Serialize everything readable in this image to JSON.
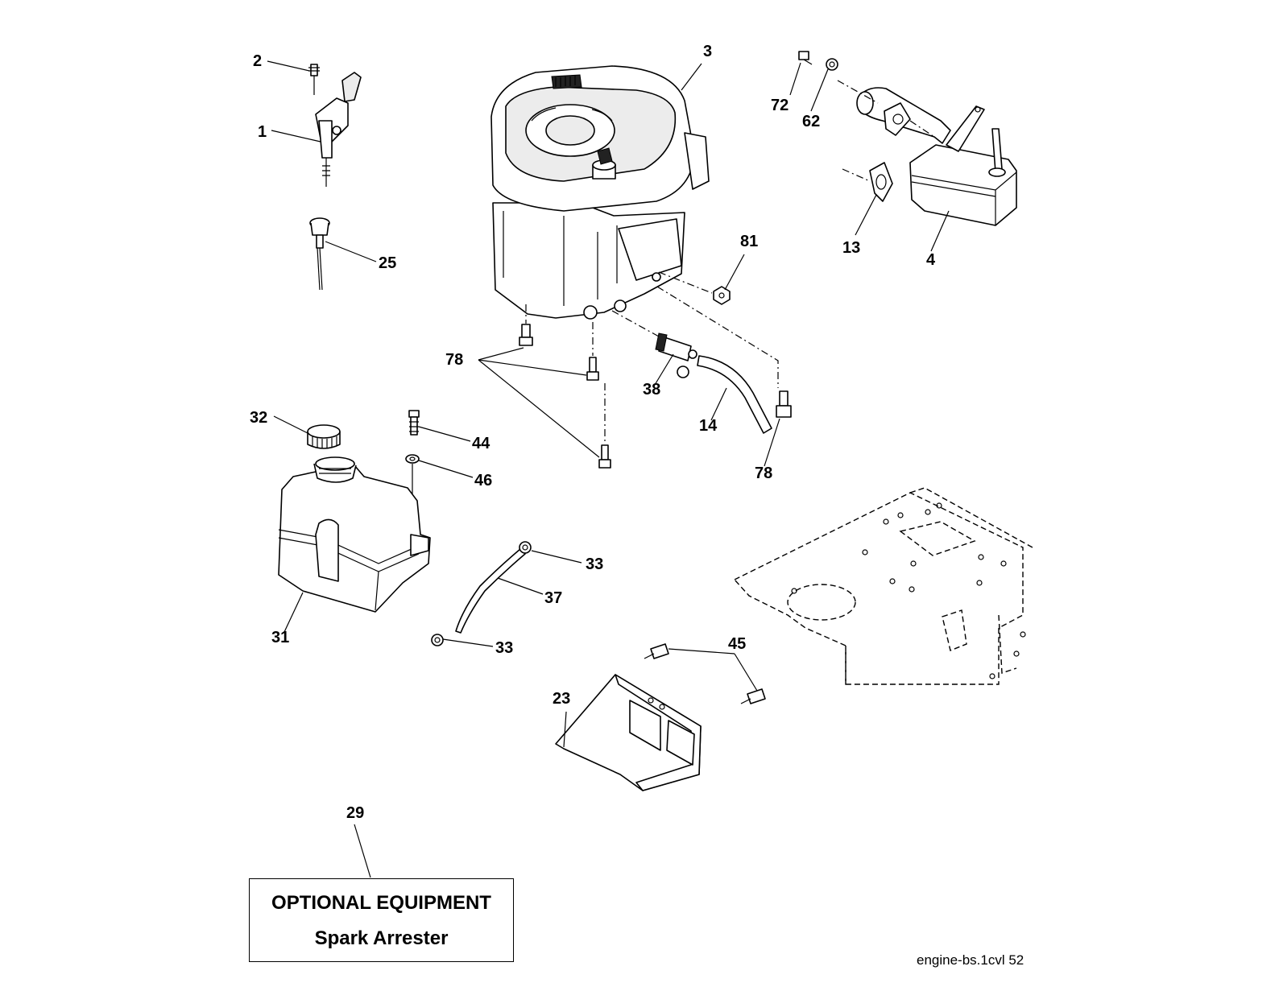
{
  "callouts": {
    "c1": "1",
    "c2": "2",
    "c3": "3",
    "c4": "4",
    "c13": "13",
    "c14": "14",
    "c23": "23",
    "c25": "25",
    "c29": "29",
    "c31": "31",
    "c32": "32",
    "c33a": "33",
    "c33b": "33",
    "c37": "37",
    "c38": "38",
    "c44": "44",
    "c45": "45",
    "c46": "46",
    "c62": "62",
    "c72": "72",
    "c78a": "78",
    "c78b": "78",
    "c81": "81"
  },
  "optional_box": {
    "line1": "OPTIONAL EQUIPMENT",
    "line2": "Spark Arrester"
  },
  "footer": {
    "reference": "engine-bs.1cvl  52"
  }
}
